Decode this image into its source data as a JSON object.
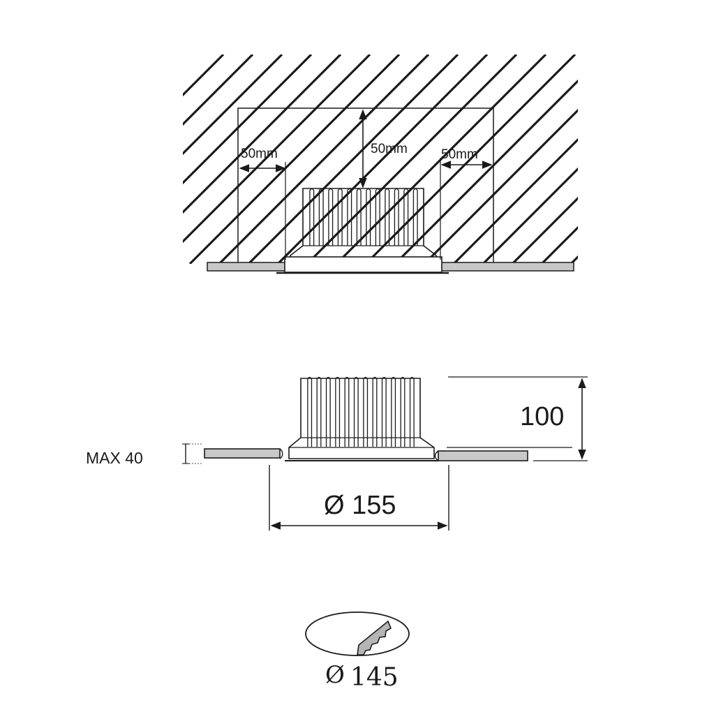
{
  "diagram": {
    "installation_view": {
      "left_clearance": "50mm",
      "top_clearance": "50mm",
      "right_clearance": "50mm"
    },
    "side_view": {
      "height": "100",
      "ceiling_thickness": "MAX 40",
      "outer_diameter": "Ø 155"
    },
    "cutout": {
      "symbol": "Ø",
      "diameter": "145"
    }
  },
  "colors": {
    "line": "#1a1a1a",
    "hatch": "#1a1a1a",
    "panel_fill": "#c8c8c8",
    "saw_fill": "#b5b5b5"
  }
}
